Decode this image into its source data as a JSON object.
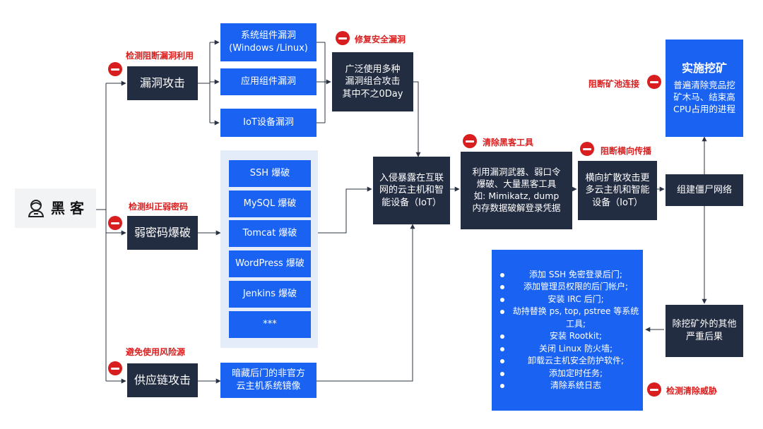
{
  "hacker": {
    "label": "黑 客",
    "icon": "hacker-icon"
  },
  "attacks": {
    "vuln": {
      "label": "漏洞攻击",
      "guard": "检测阻断漏洞利用"
    },
    "weak": {
      "label": "弱密码爆破",
      "guard": "检测纠正弱密码"
    },
    "supply": {
      "label": "供应链攻击",
      "guard": "避免使用风险源"
    }
  },
  "vulns": {
    "system": "系统组件漏洞\n(Windows /Linux)",
    "app": "应用组件漏洞",
    "iot": "IoT设备漏洞",
    "combo": "广泛使用多种\n漏洞组合攻击\n其中不之0Day",
    "guard": "修复安全漏洞"
  },
  "brute": [
    "SSH 爆破",
    "MySQL 爆破",
    "Tomcat 爆破",
    "WordPress 爆破",
    "Jenkins 爆破",
    "***"
  ],
  "supply_mirror": "暗藏后门的非官方\n云主机系统镜像",
  "intrude": "入侵暴露在互联\n网的云主机和智\n能设备（IoT）",
  "tools": {
    "text": "利用漏洞武器、弱口令\n爆破、大量黑客工具\n如: Mimikatz, dump\n内存数据破解登录凭据",
    "guard": "清除黑客工具"
  },
  "lateral": {
    "text": "横向扩散攻击更\n多云主机和智能\n设备（IoT）",
    "guard": "阻断横向传播"
  },
  "botnet": "组建僵尸网络",
  "mining": {
    "title": "实施挖矿",
    "desc": "普遍清除竞品挖\n矿木马、结束高\nCPU占用的进程",
    "guard": "阻断矿池连接"
  },
  "other": "除挖矿外的其他\n严重后果",
  "consequences": {
    "items": [
      "添加 SSH 免密登录后门;",
      "添加管理员权限的后门帐户;",
      "安装 IRC 后门;",
      "劫持替换 ps, top, pstree 等系统工具;",
      "安装 Rootkit;",
      "关闭 Linux 防火墙;",
      "卸载云主机安全防护软件;",
      "添加定时任务;",
      "清除系统日志"
    ],
    "guard": "检测清除威胁"
  },
  "colors": {
    "dark": "#232d42",
    "blue": "#1a63f2",
    "stop": "#d81e1e",
    "panel": "#e4ecfa"
  }
}
